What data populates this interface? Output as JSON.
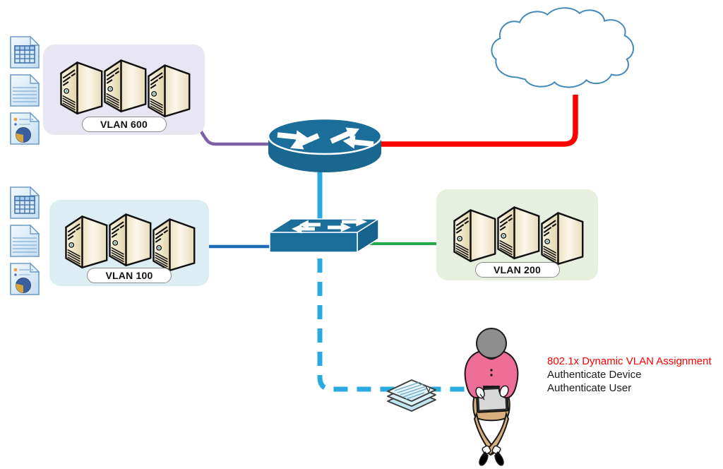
{
  "page": {
    "background": "#FFFFFF"
  },
  "annotation": {
    "heading": {
      "text": "802.1x Dynamic VLAN Assignment",
      "color": "#FF0000"
    },
    "lines": [
      "Authenticate Device",
      "Authenticate User"
    ],
    "text_color": "#1A1A1A"
  },
  "vlans": [
    {
      "label": "VLAN 600",
      "box_color": "#E9E6F3",
      "link_color": "#7C62A5",
      "server_count": 3
    },
    {
      "label": "VLAN 100",
      "box_color": "#DCEDF3",
      "link_color": "#1F6FB8",
      "server_count": 3
    },
    {
      "label": "VLAN 200",
      "box_color": "#E7F0DE",
      "link_color": "#27A94A",
      "server_count": 3
    }
  ],
  "nodes": {
    "cloud": {
      "icon": "cloud-icon",
      "outline_color": "#4089B8"
    },
    "router": {
      "icon": "router-icon",
      "color": "#1B6E9A"
    },
    "switch": {
      "icon": "switch-icon",
      "color": "#1B6E9A"
    },
    "user": {
      "icon": "user-with-laptop-icon"
    },
    "papers": {
      "icon": "document-stack-icon"
    }
  },
  "links": [
    {
      "from": "vlan-600",
      "to": "router",
      "color": "#7C62A5",
      "style": "solid"
    },
    {
      "from": "cloud",
      "to": "router",
      "color": "#FF0000",
      "style": "solid"
    },
    {
      "from": "router",
      "to": "switch",
      "color": "#29ABE2",
      "style": "solid"
    },
    {
      "from": "vlan-100",
      "to": "switch",
      "color": "#1F6FB8",
      "style": "solid"
    },
    {
      "from": "vlan-200",
      "to": "switch",
      "color": "#27A94A",
      "style": "solid"
    },
    {
      "from": "switch",
      "to": "user",
      "color": "#29ABE2",
      "style": "dashed"
    }
  ],
  "doc_icons": [
    "spreadsheet-document-icon",
    "text-document-icon",
    "report-document-icon"
  ]
}
